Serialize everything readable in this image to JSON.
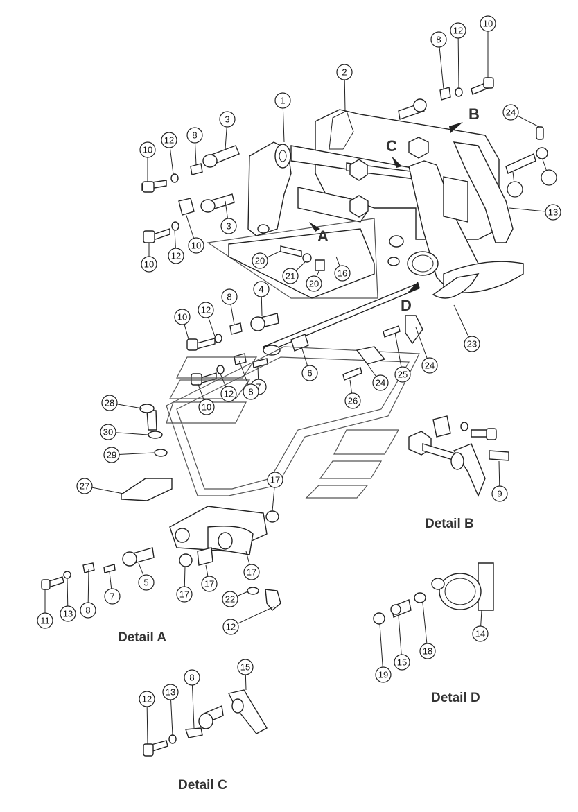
{
  "letters": [
    "A",
    "B",
    "C",
    "D"
  ],
  "details": [
    "Detail A",
    "Detail B",
    "Detail C",
    "Detail D"
  ],
  "callouts": [
    "1",
    "2",
    "3",
    "3",
    "4",
    "5",
    "6",
    "7",
    "7",
    "8",
    "8",
    "8",
    "8",
    "8",
    "8",
    "9",
    "10",
    "10",
    "10",
    "10",
    "10",
    "10",
    "11",
    "12",
    "12",
    "12",
    "12",
    "12",
    "12",
    "12",
    "13",
    "13",
    "13",
    "14",
    "15",
    "15",
    "16",
    "17",
    "17",
    "17",
    "17",
    "18",
    "19",
    "20",
    "20",
    "21",
    "22",
    "23",
    "24",
    "24",
    "24",
    "25",
    "26",
    "27",
    "28",
    "29",
    "30"
  ]
}
